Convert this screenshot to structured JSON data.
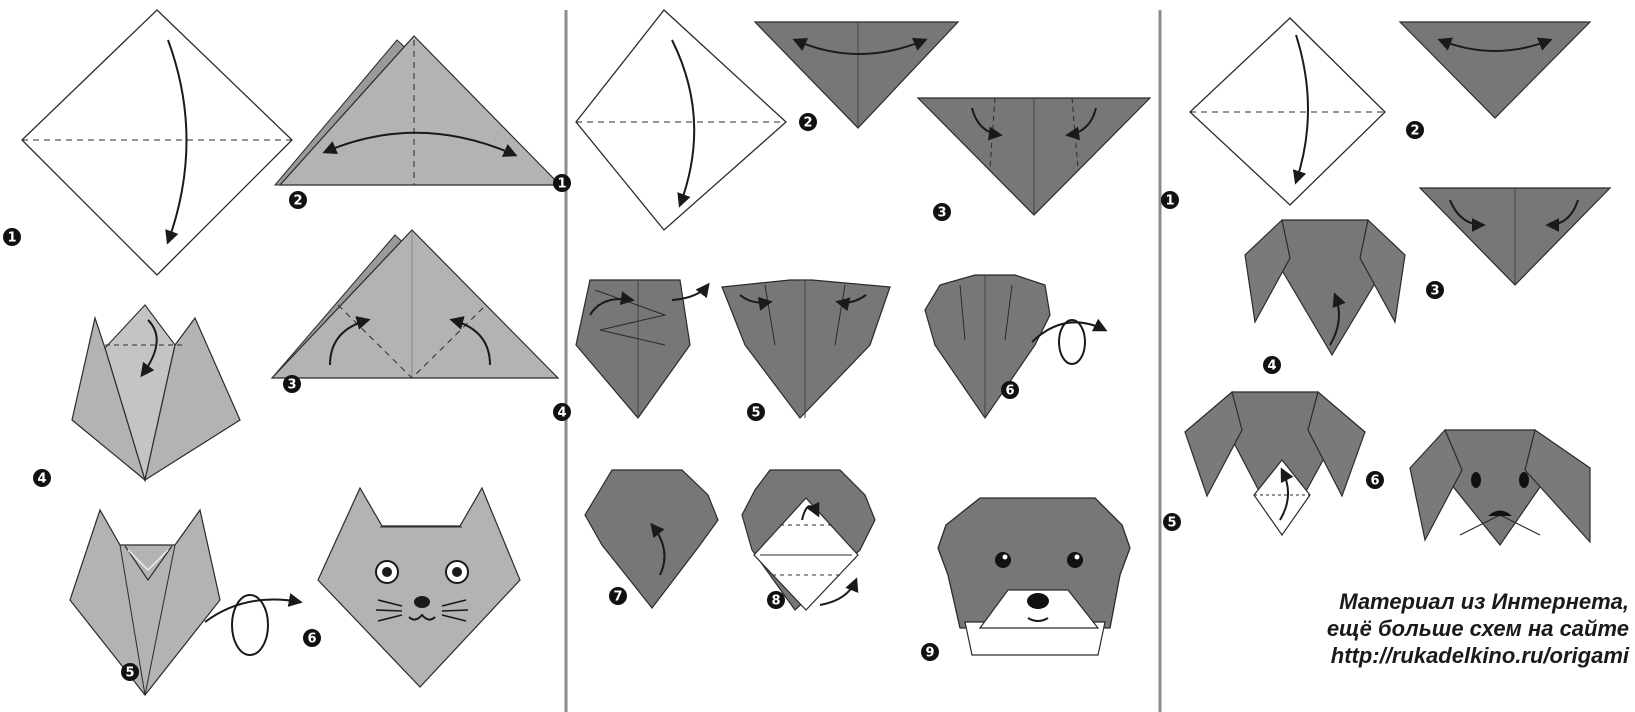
{
  "colors": {
    "paper_light": "#b3b3b3",
    "paper_dark": "#777777",
    "outline": "#2b2b2b",
    "divider": "#8c8c8c",
    "badge": "#111111"
  },
  "panels": [
    {
      "subject": "cat",
      "steps": [
        "1",
        "2",
        "3",
        "4",
        "5",
        "6"
      ]
    },
    {
      "subject": "bear",
      "steps": [
        "1",
        "2",
        "3",
        "4",
        "5",
        "6",
        "7",
        "8",
        "9"
      ]
    },
    {
      "subject": "dog",
      "steps": [
        "1",
        "2",
        "3",
        "4",
        "5",
        "6"
      ]
    }
  ],
  "credit": {
    "line1": "Материал из Интернета,",
    "line2": "ещё больше схем на сайте",
    "line3": "http://rukadelkino.ru/origami"
  }
}
